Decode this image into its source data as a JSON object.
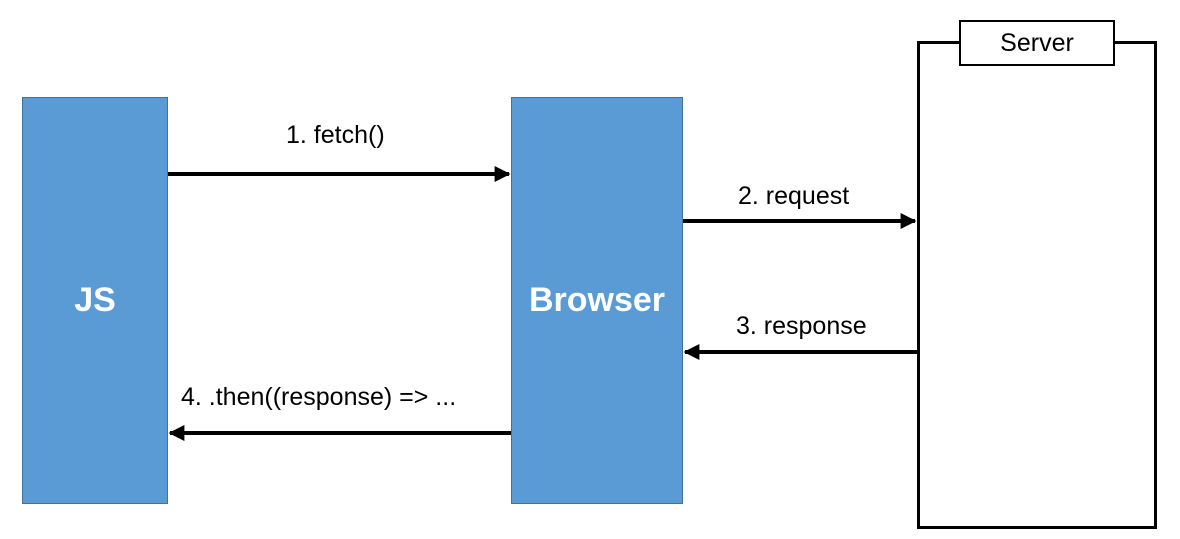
{
  "blocks": {
    "js": "JS",
    "browser": "Browser",
    "server": "Server"
  },
  "arrows": {
    "fetch": "1. fetch()",
    "request": "2. request",
    "response": "3. response",
    "then": "4. .then((response) => ..."
  },
  "colors": {
    "block_fill": "#5b9bd5",
    "block_border": "#41719c",
    "line": "#000000"
  }
}
